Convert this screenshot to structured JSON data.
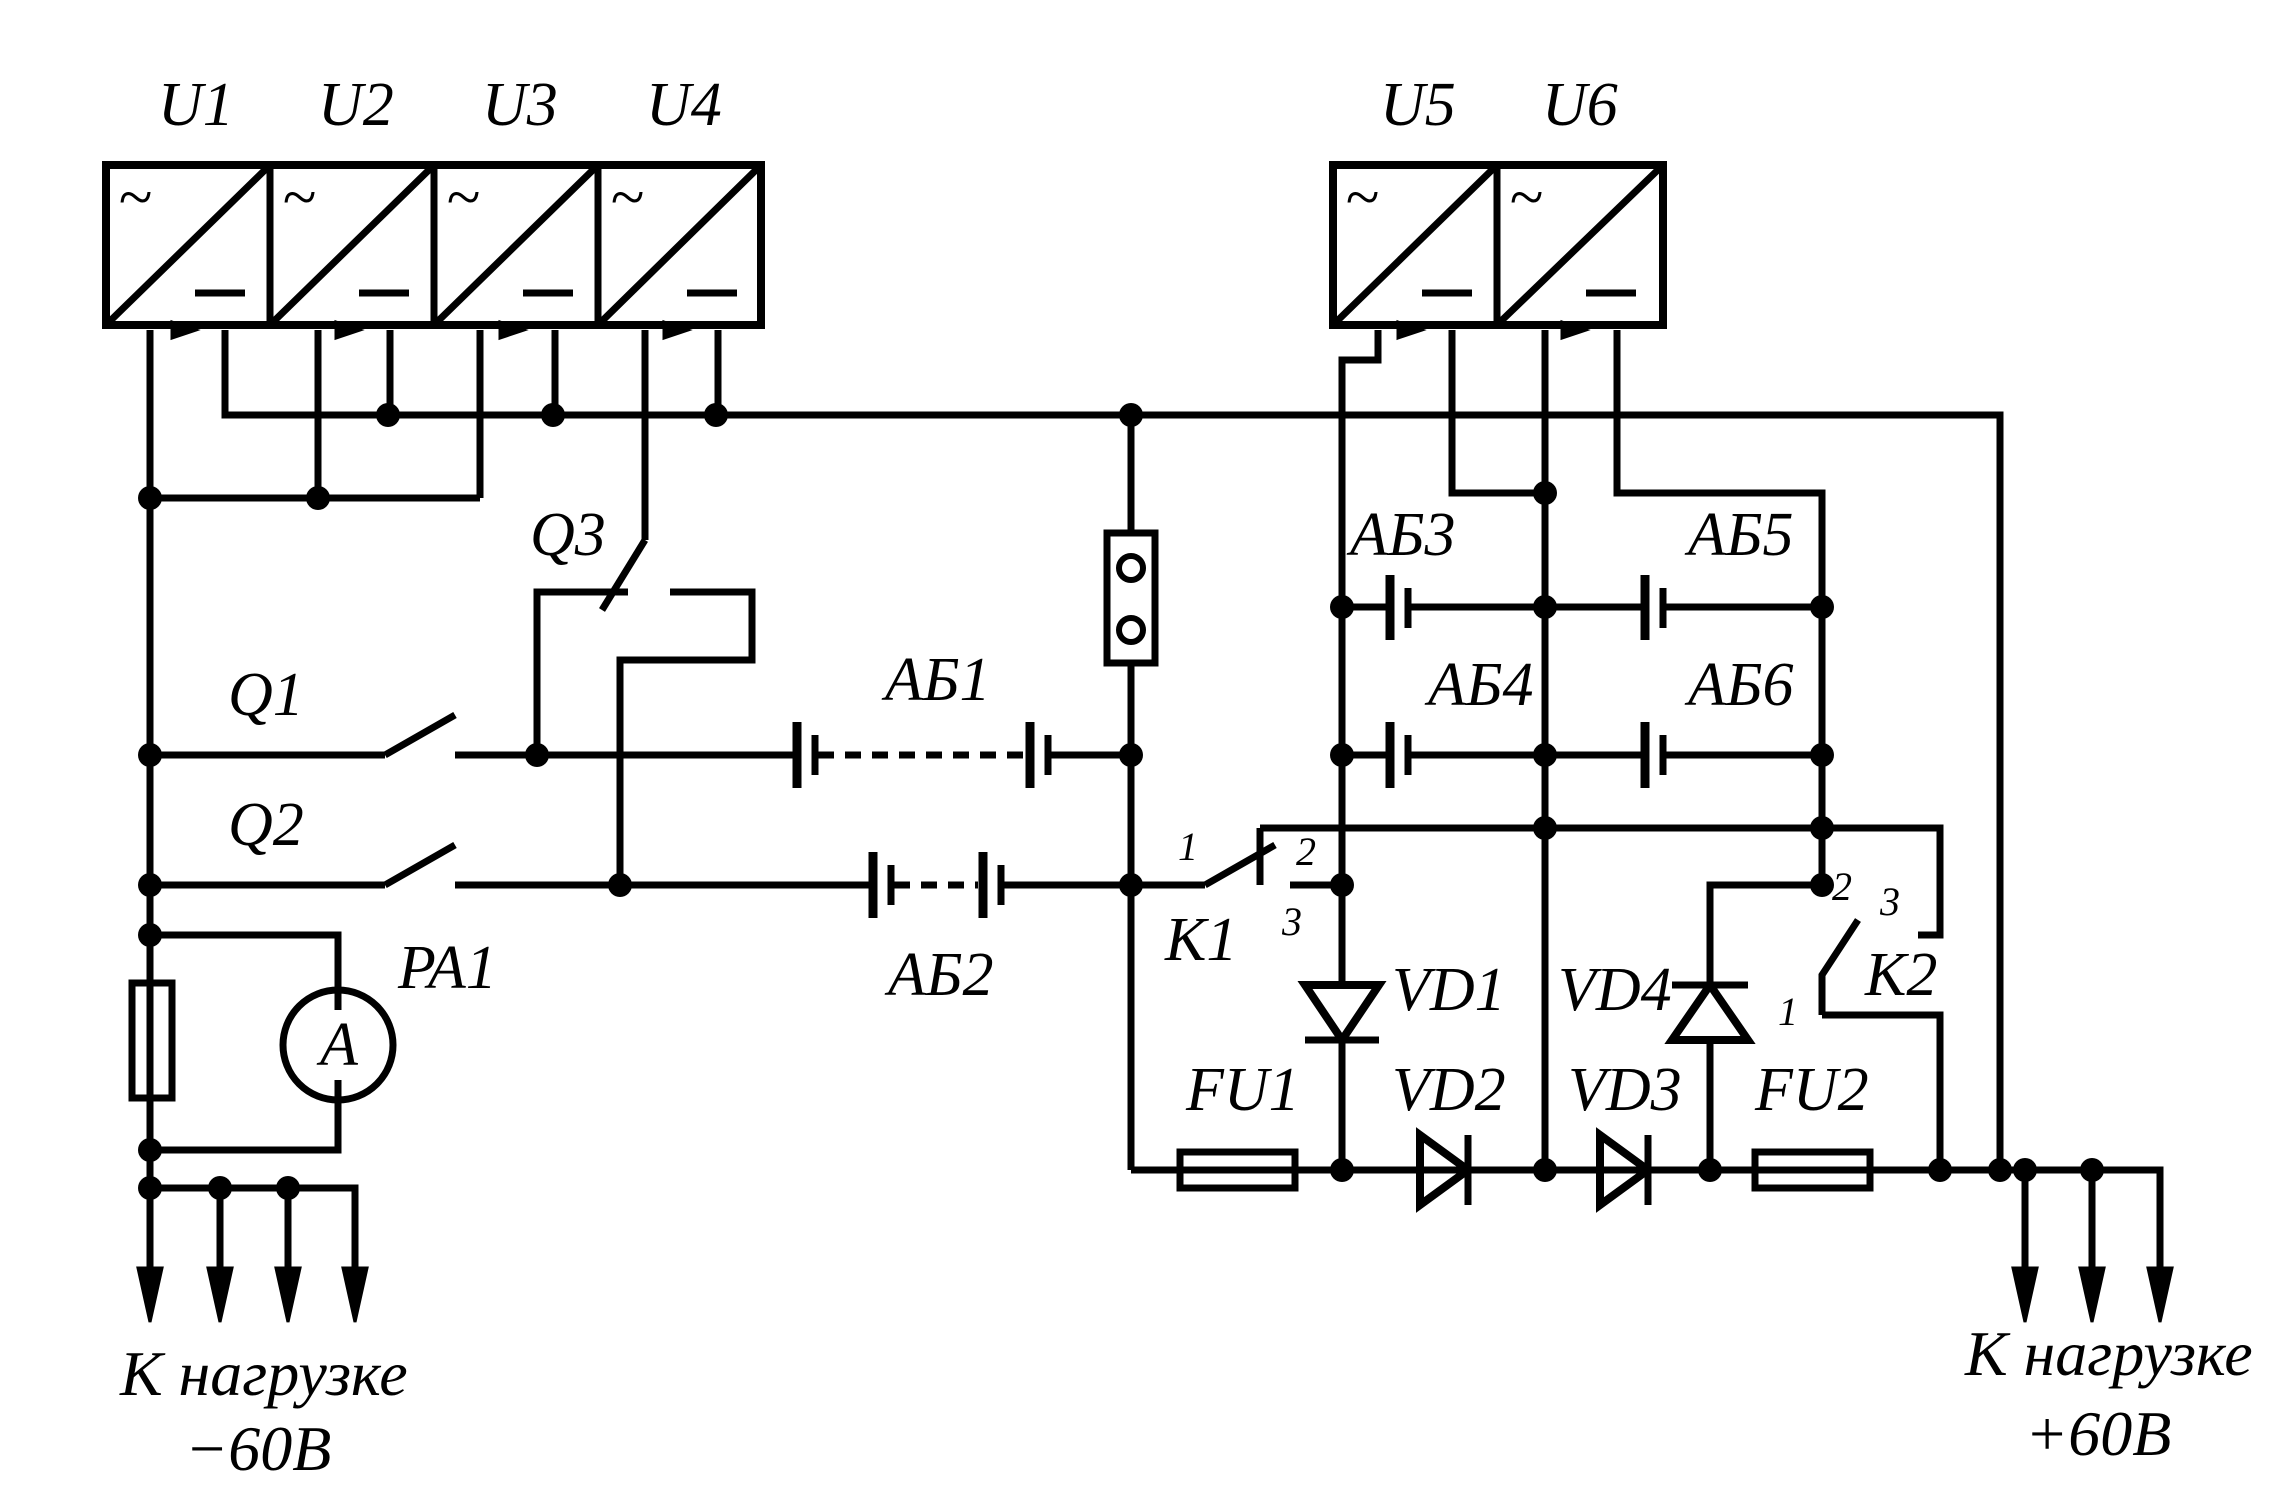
{
  "rectifiers": {
    "u1": "U1",
    "u2": "U2",
    "u3": "U3",
    "u4": "U4",
    "u5": "U5",
    "u6": "U6",
    "ac_symbol": "~",
    "dc_symbol": "—"
  },
  "switches": {
    "q1": "Q1",
    "q2": "Q2",
    "q3": "Q3"
  },
  "batteries": {
    "ab1": "АБ1",
    "ab2": "АБ2",
    "ab3": "АБ3",
    "ab4": "АБ4",
    "ab5": "АБ5",
    "ab6": "АБ6"
  },
  "ammeter": {
    "label": "PA1",
    "symbol": "A"
  },
  "relays": {
    "k1": "K1",
    "k2": "K2",
    "k1_pin1": "1",
    "k1_pin2": "2",
    "k1_pin3": "3",
    "k2_pin1": "1",
    "k2_pin2": "2",
    "k2_pin3": "3"
  },
  "diodes": {
    "vd1": "VD1",
    "vd2": "VD2",
    "vd3": "VD3",
    "vd4": "VD4"
  },
  "fuses": {
    "fu1": "FU1",
    "fu2": "FU2"
  },
  "outputs": {
    "minus_line1": "К нагрузке",
    "minus_line2": "−60В",
    "plus_line1": "К нагрузке",
    "plus_line2": "+60В"
  }
}
